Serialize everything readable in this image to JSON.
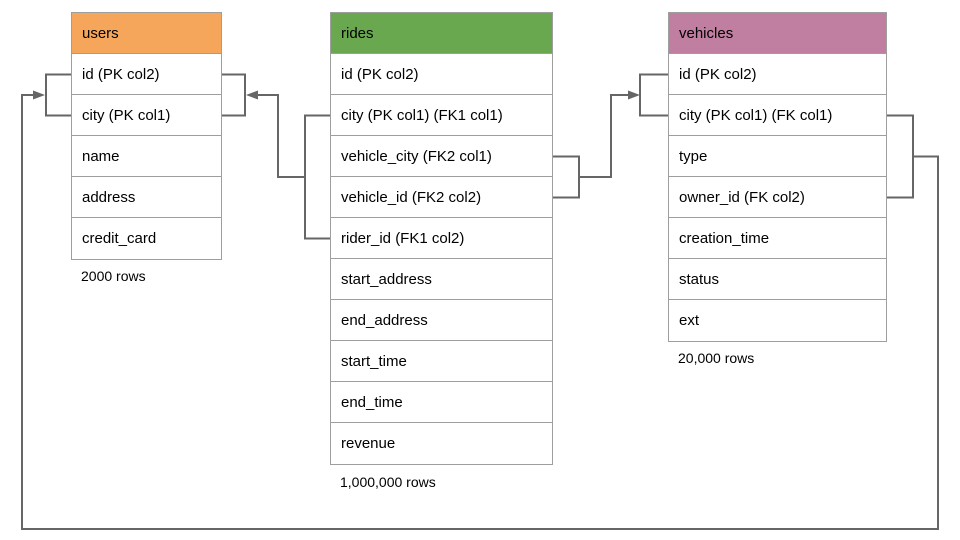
{
  "tables": [
    {
      "name": "users",
      "header_color": "#F6A65B",
      "rows": [
        "id (PK col2)",
        "city (PK col1)",
        "name",
        "address",
        "credit_card"
      ],
      "row_count": "2000 rows"
    },
    {
      "name": "rides",
      "header_color": "#6AA84F",
      "rows": [
        "id (PK col2)",
        "city (PK col1) (FK1 col1)",
        "vehicle_city (FK2 col1)",
        "vehicle_id (FK2 col2)",
        "rider_id (FK1 col2)",
        "start_address",
        "end_address",
        "start_time",
        "end_time",
        "revenue"
      ],
      "row_count": "1,000,000 rows"
    },
    {
      "name": "vehicles",
      "header_color": "#C07EA0",
      "rows": [
        "id (PK col2)",
        "city (PK col1) (FK col1)",
        "type",
        "owner_id (FK col2)",
        "creation_time",
        "status",
        "ext"
      ],
      "row_count": "20,000 rows"
    }
  ],
  "relationships": [
    {
      "name": "FK1",
      "from": "rides (city, rider_id)",
      "to": "users (city, id)"
    },
    {
      "name": "FK2",
      "from": "rides (vehicle_city, vehicle_id)",
      "to": "vehicles (city, id)"
    },
    {
      "name": "FK",
      "from": "vehicles (city, owner_id)",
      "to": "users (city, id)"
    }
  ],
  "colors": {
    "connector": "#666666",
    "table_border": "#9e9e9e",
    "background": "#ffffff"
  }
}
